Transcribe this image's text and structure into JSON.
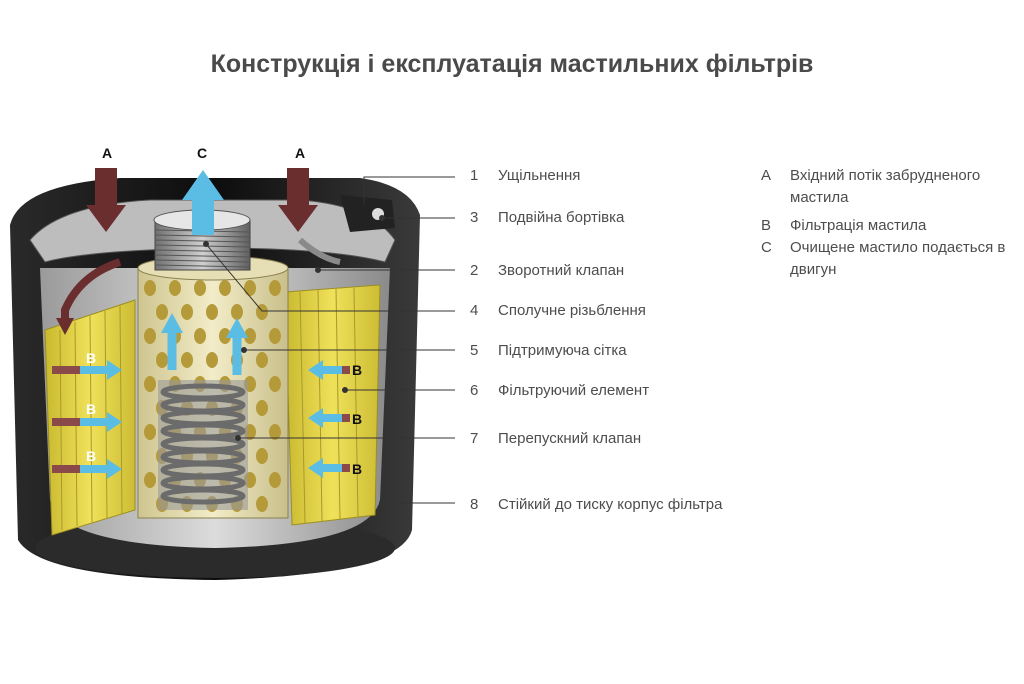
{
  "title": "Конструкція і експлуатація мастильних фільтрів",
  "labels": [
    {
      "num": "1",
      "text": "Ущільнення"
    },
    {
      "num": "3",
      "text": "Подвійна бортівка"
    },
    {
      "num": "2",
      "text": "Зворотний клапан"
    },
    {
      "num": "4",
      "text": "Сполучне різьблення"
    },
    {
      "num": "5",
      "text": "Підтримуюча сітка"
    },
    {
      "num": "6",
      "text": "Фільтруючий елемент"
    },
    {
      "num": "7",
      "text": "Перепускний клапан"
    },
    {
      "num": "8",
      "text": "Стійкий до тиску корпус фільтра"
    }
  ],
  "legend": [
    {
      "key": "A",
      "text": "Вхідний потік забрудненого мастила"
    },
    {
      "key": "B",
      "text": "Фільтрація мастила"
    },
    {
      "key": "C",
      "text": "Очищене мастило подається в двигун"
    }
  ],
  "figure_letters": {
    "a": "A",
    "b": "B",
    "c": "C"
  },
  "colors": {
    "inflow": "#6b2e2e",
    "outflow": "#5bbde3",
    "filter": "#e8d84a",
    "housing": "#1c1c1c"
  }
}
